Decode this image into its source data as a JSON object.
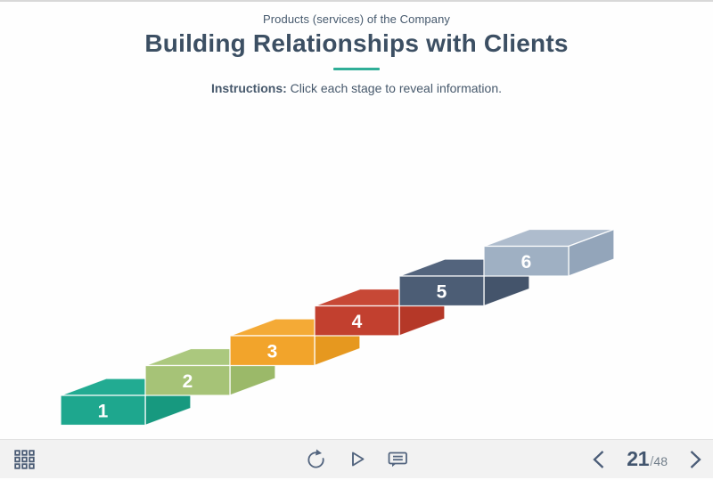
{
  "header": {
    "eyebrow": "Products (services) of the Company",
    "title": "Building Relationships with Clients",
    "underline_color": "#2fae97",
    "instructions_label": "Instructions:",
    "instructions_text": " Click each stage to reveal information."
  },
  "stairs": {
    "number_color": "#ffffff",
    "steps": [
      {
        "label": "1",
        "front": "#1ea78e",
        "top": "#22ab92",
        "right": "#17997f"
      },
      {
        "label": "2",
        "front": "#a6c377",
        "top": "#abc87e",
        "right": "#9bb969"
      },
      {
        "label": "3",
        "front": "#f2a42b",
        "top": "#f4aa36",
        "right": "#e6981f"
      },
      {
        "label": "4",
        "front": "#c2402f",
        "top": "#c74836",
        "right": "#b53828"
      },
      {
        "label": "5",
        "front": "#4c5d75",
        "top": "#53647d",
        "right": "#44546b"
      },
      {
        "label": "6",
        "front": "#9fb0c3",
        "top": "#aebccd",
        "right": "#93a5ba"
      }
    ]
  },
  "player": {
    "icon_color": "#53657f",
    "icons": {
      "menu": "grid-3x3",
      "replay": "circular-arrow",
      "play": "play-triangle",
      "notes": "speech-bubble",
      "prev": "chevron-left",
      "next": "chevron-right"
    },
    "counter": {
      "current": "21",
      "separator": "/",
      "total": "48"
    }
  }
}
